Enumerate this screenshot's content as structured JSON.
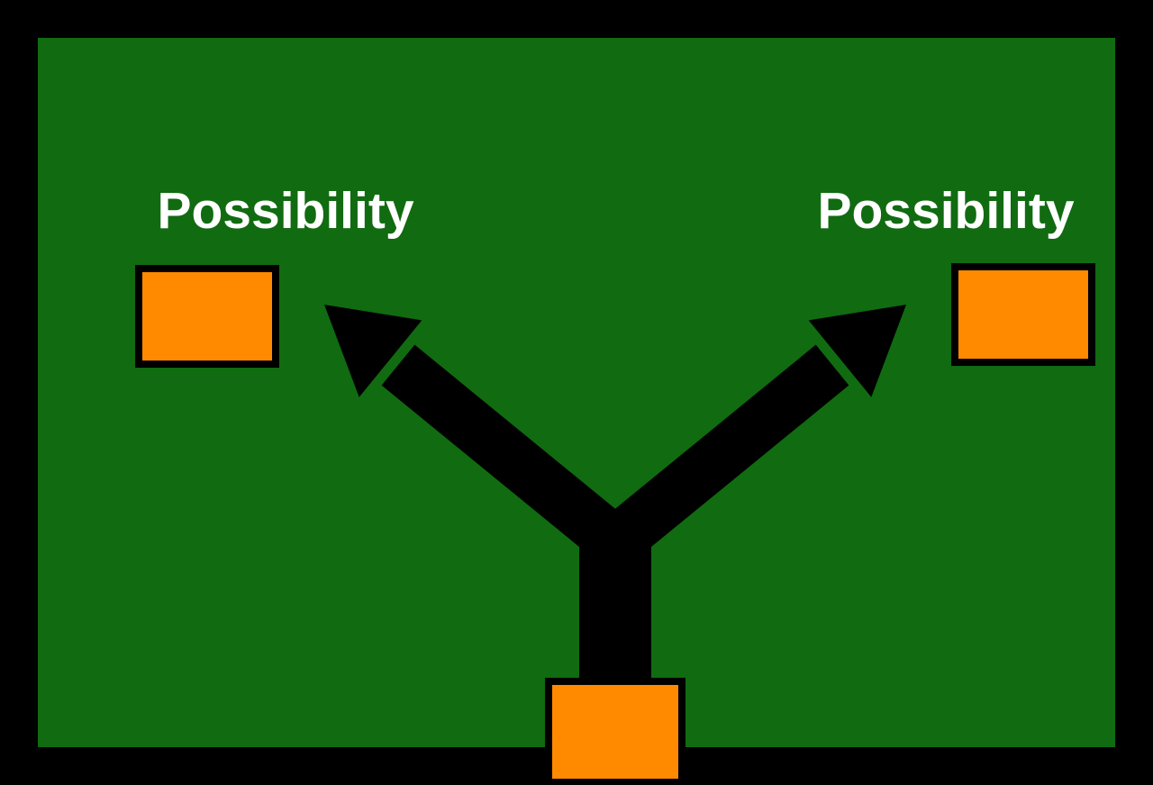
{
  "page": {
    "title": "Possibility fork diagram"
  },
  "theme": {
    "frame": "#000000",
    "background": "#116B11",
    "box": "#FF8A00",
    "box-border": "#000000",
    "arrow": "#000000",
    "label": "#FFFFFF"
  },
  "labels": {
    "left": "Possibility",
    "right": "Possibility"
  },
  "structure": {
    "description": "Y-shaped black arrow rising from a bottom orange box, splitting toward two orange boxes each titled Possibility"
  }
}
